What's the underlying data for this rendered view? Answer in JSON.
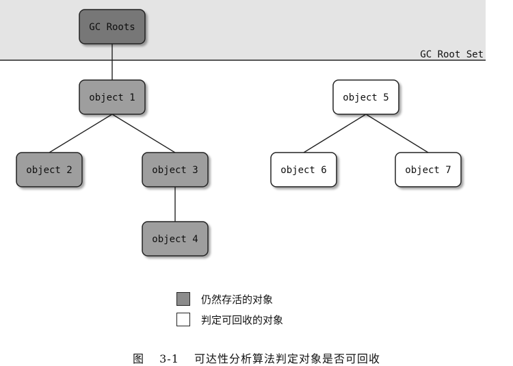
{
  "root_set_label": "GC Root Set",
  "nodes": {
    "gc_roots": "GC Roots",
    "object1": "object 1",
    "object2": "object 2",
    "object3": "object 3",
    "object4": "object 4",
    "object5": "object 5",
    "object6": "object 6",
    "object7": "object 7"
  },
  "node_status": {
    "gc_roots": "root",
    "object1": "live",
    "object2": "live",
    "object3": "live",
    "object4": "live",
    "object5": "reclaimable",
    "object6": "reclaimable",
    "object7": "reclaimable"
  },
  "edges": [
    [
      "gc_roots",
      "object1"
    ],
    [
      "object1",
      "object2"
    ],
    [
      "object1",
      "object3"
    ],
    [
      "object3",
      "object4"
    ],
    [
      "object5",
      "object6"
    ],
    [
      "object5",
      "object7"
    ]
  ],
  "legend": {
    "live": "仍然存活的对象",
    "dead": "判定可回收的对象"
  },
  "caption": {
    "prefix": "图",
    "number": "3-1",
    "text": "可达性分析算法判定对象是否可回收"
  },
  "colors": {
    "root_band": "#e4e4e4",
    "gc_roots_fill": "#777777",
    "live_fill": "#9e9e9e",
    "reclaimable_fill": "#ffffff"
  }
}
